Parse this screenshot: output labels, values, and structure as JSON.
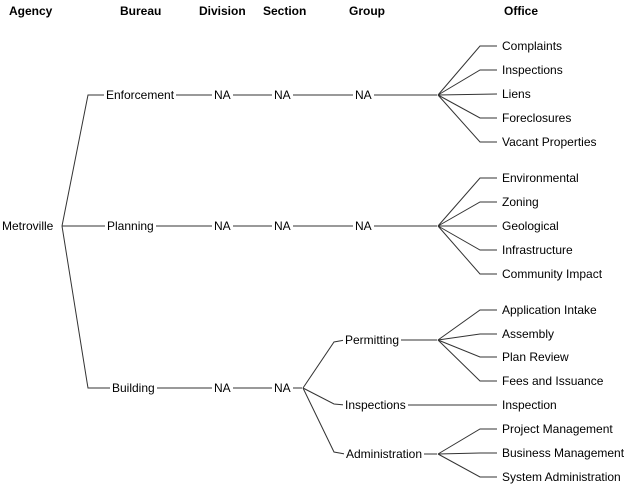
{
  "headers": [
    "Agency",
    "Bureau",
    "Division",
    "Section",
    "Group",
    "Office"
  ],
  "tree": {
    "agency": "Metroville",
    "bureaus": [
      {
        "name": "Enforcement",
        "division": "NA",
        "section": "NA",
        "groups": [
          {
            "name": "NA",
            "offices": [
              "Complaints",
              "Inspections",
              "Liens",
              "Foreclosures",
              "Vacant Properties"
            ]
          }
        ]
      },
      {
        "name": "Planning",
        "division": "NA",
        "section": "NA",
        "groups": [
          {
            "name": "NA",
            "offices": [
              "Environmental",
              "Zoning",
              "Geological",
              "Infrastructure",
              "Community Impact"
            ]
          }
        ]
      },
      {
        "name": "Building",
        "division": "NA",
        "section": "NA",
        "groups": [
          {
            "name": "Permitting",
            "offices": [
              "Application Intake",
              "Assembly",
              "Plan Review",
              "Fees and Issuance"
            ]
          },
          {
            "name": "Inspections",
            "offices": [
              "Inspection"
            ]
          },
          {
            "name": "Administration",
            "offices": [
              "Project Management",
              "Business Management",
              "System Administration"
            ]
          }
        ]
      }
    ]
  },
  "colors": {
    "text": "#000000",
    "line": "#333333",
    "background": "#ffffff"
  }
}
